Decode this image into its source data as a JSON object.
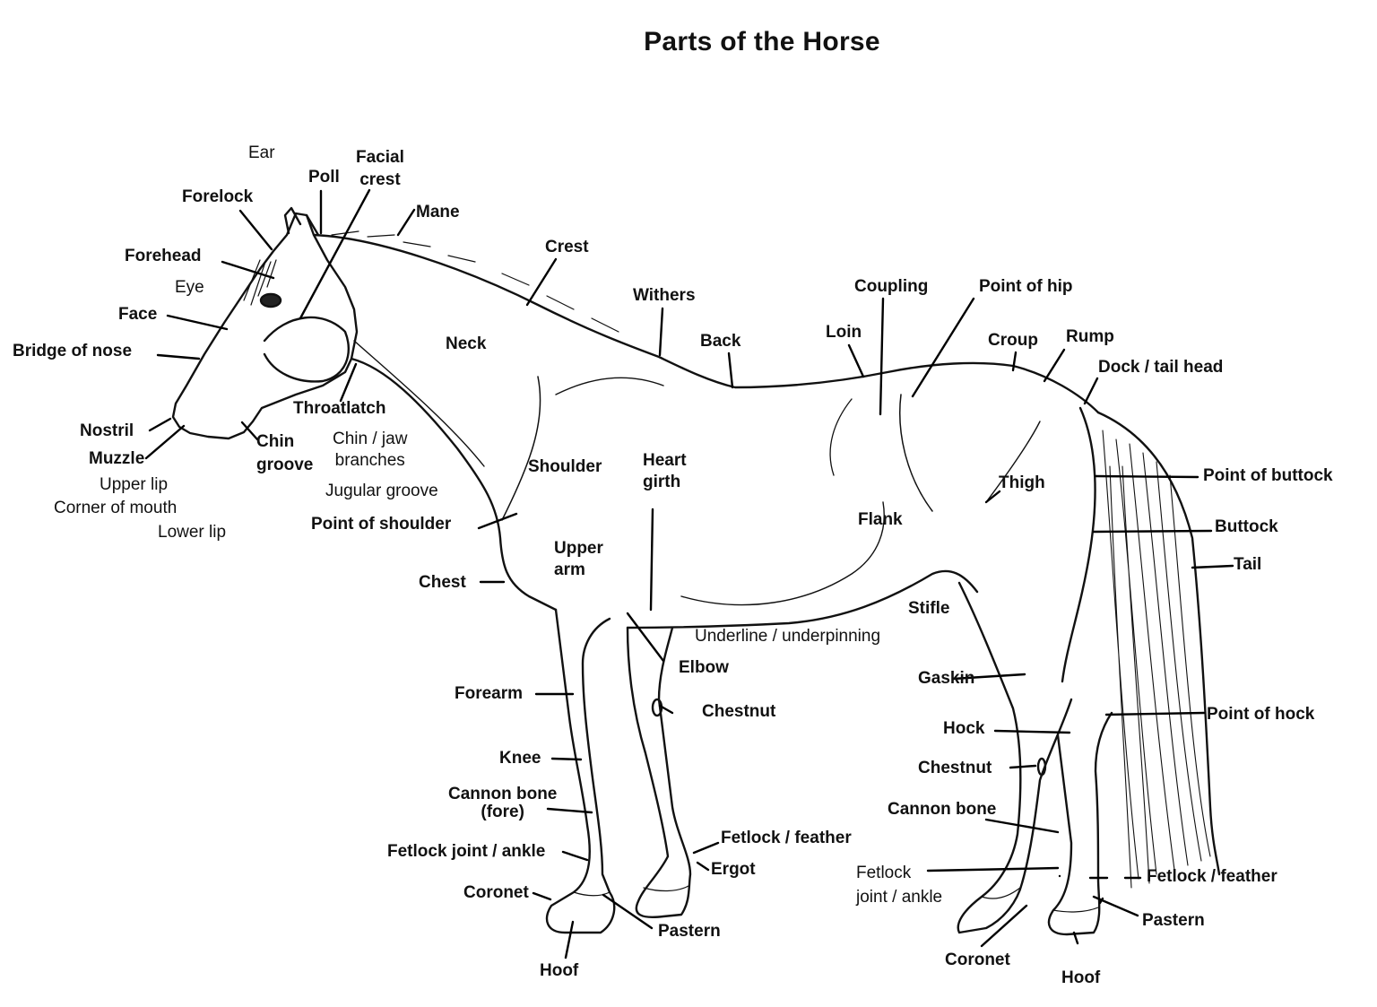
{
  "title": "Parts of the Horse",
  "labels": {
    "ear": "Ear",
    "poll": "Poll",
    "facial_crest": "Facial\ncrest",
    "forelock": "Forelock",
    "mane": "Mane",
    "forehead": "Forehead",
    "eye": "Eye",
    "face": "Face",
    "bridge_of_nose": "Bridge of nose",
    "nostril": "Nostril",
    "muzzle": "Muzzle",
    "upper_lip": "Upper lip",
    "corner_of_mouth": "Corner of mouth",
    "lower_lip": "Lower lip",
    "chin_groove": "Chin\ngroove",
    "throatlatch": "Throatlatch",
    "chin_jaw_branches": "Chin / jaw\nbranches",
    "jugular_groove": "Jugular groove",
    "point_of_shoulder": "Point of shoulder",
    "chest": "Chest",
    "crest": "Crest",
    "neck": "Neck",
    "withers": "Withers",
    "back": "Back",
    "loin": "Loin",
    "coupling": "Coupling",
    "point_of_hip": "Point of hip",
    "croup": "Croup",
    "rump": "Rump",
    "dock_tail_head": "Dock / tail head",
    "point_of_buttock": "Point of buttock",
    "buttock": "Buttock",
    "tail": "Tail",
    "thigh": "Thigh",
    "flank": "Flank",
    "shoulder": "Shoulder",
    "heart_girth": "Heart\ngirth",
    "upper_arm": "Upper\narm",
    "stifle": "Stifle",
    "underline": "Underline / underpinning",
    "elbow": "Elbow",
    "forearm": "Forearm",
    "chestnut_fore": "Chestnut",
    "knee": "Knee",
    "cannon_bone_fore": "Cannon bone\n(fore)",
    "fetlock_joint_fore": "Fetlock joint / ankle",
    "fetlock_feather_fore": "Fetlock / feather",
    "ergot": "Ergot",
    "coronet_fore": "Coronet",
    "pastern_fore": "Pastern",
    "hoof_fore": "Hoof",
    "gaskin": "Gaskin",
    "hock": "Hock",
    "point_of_hock": "Point of hock",
    "chestnut_hind": "Chestnut",
    "cannon_bone_hind": "Cannon bone",
    "fetlock_joint_hind": "Fetlock\njoint / ankle",
    "fetlock_feather_hind": "Fetlock / feather",
    "pastern_hind": "Pastern",
    "coronet_hind": "Coronet",
    "hoof_hind": "Hoof"
  }
}
